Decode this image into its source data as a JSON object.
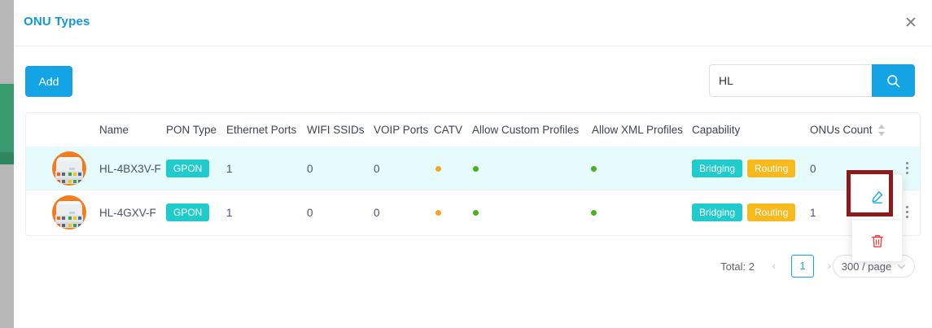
{
  "modal": {
    "title": "ONU Types",
    "close_icon": "close-icon"
  },
  "toolbar": {
    "add_label": "Add",
    "search_value": "HL",
    "search_placeholder": "",
    "search_icon": "search-icon"
  },
  "table": {
    "columns": [
      "Name",
      "PON Type",
      "Ethernet Ports",
      "WIFI SSIDs",
      "VOIP Ports",
      "CATV",
      "Allow Custom Profiles",
      "Allow XML Profiles",
      "Capability",
      "ONUs Count"
    ],
    "rows": [
      {
        "avatar": "onu-device-icon",
        "name": "HL-4BX3V-F",
        "pon_type": "GPON",
        "ethernet_ports": "1",
        "wifi_ssids": "0",
        "voip_ports": "0",
        "catv": "amber-dot",
        "allow_custom_profiles": "green-dot",
        "allow_xml_profiles": "green-dot",
        "capability": [
          "Bridging",
          "Routing"
        ],
        "onus_count": "0",
        "menu_icon": "kebab-menu-icon"
      },
      {
        "avatar": "onu-device-icon",
        "name": "HL-4GXV-F",
        "pon_type": "GPON",
        "ethernet_ports": "1",
        "wifi_ssids": "0",
        "voip_ports": "0",
        "catv": "amber-dot",
        "allow_custom_profiles": "green-dot",
        "allow_xml_profiles": "green-dot",
        "capability": [
          "Bridging",
          "Routing"
        ],
        "onus_count": "1",
        "menu_icon": "kebab-menu-icon"
      }
    ]
  },
  "dropdown": {
    "edit_icon": "pencil-edit-icon",
    "delete_icon": "trash-delete-icon"
  },
  "pagination": {
    "total_label": "Total: 2",
    "prev_icon": "chevron-left-icon",
    "current_page": "1",
    "next_icon": "chevron-right-icon",
    "page_size": "300 / page",
    "page_size_caret": "chevron-down-icon"
  },
  "colors": {
    "accent": "#14a4e6",
    "tag_teal": "#22cbcb",
    "tag_amber": "#f8b91c",
    "dot_amber": "#f5a623",
    "dot_green": "#4caf1f",
    "row_highlight": "#e6fbfb",
    "annotation": "#8b1a1a",
    "avatar_bg": "#f47b20",
    "sidebar_green": "#379b6e"
  }
}
